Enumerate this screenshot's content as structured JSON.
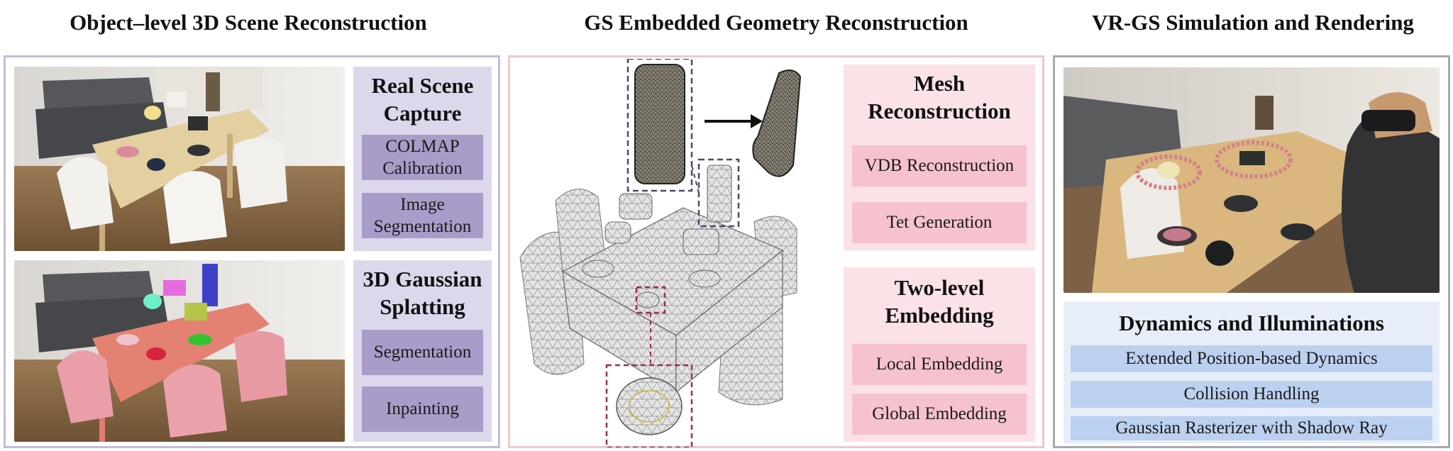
{
  "columns": {
    "left_title": "Object–level 3D Scene Reconstruction",
    "middle_title": "GS Embedded Geometry Reconstruction",
    "right_title": "VR-GS Simulation and Rendering"
  },
  "left": {
    "card1": {
      "title": "Real Scene Capture",
      "chips": [
        "COLMAP Calibration",
        "Image Segmentation"
      ]
    },
    "card2": {
      "title": "3D Gaussian Splatting",
      "chips": [
        "Segmentation",
        "Inpainting"
      ]
    }
  },
  "middle": {
    "card1": {
      "title": "Mesh Reconstruction",
      "chips": [
        "VDB Reconstruction",
        "Tet Generation"
      ]
    },
    "card2": {
      "title": "Two-level Embedding",
      "chips": [
        "Local Embedding",
        "Global Embedding"
      ]
    }
  },
  "right": {
    "card": {
      "title": "Dynamics and Illuminations",
      "chips": [
        "Extended Position-based Dynamics",
        "Collision Handling",
        "Gaussian Rasterizer with Shadow Ray"
      ]
    }
  },
  "colors": {
    "purple_border": "#c3bcd9",
    "purple_card": "#ddd7ec",
    "purple_chip": "#a99cc8",
    "pink_border": "#eec7cf",
    "pink_card": "#fbe2e7",
    "pink_chip": "#f6c2cd",
    "gray_border": "#a9a9a9",
    "blue_card": "#e7eef9",
    "blue_chip": "#bcd0ef"
  }
}
